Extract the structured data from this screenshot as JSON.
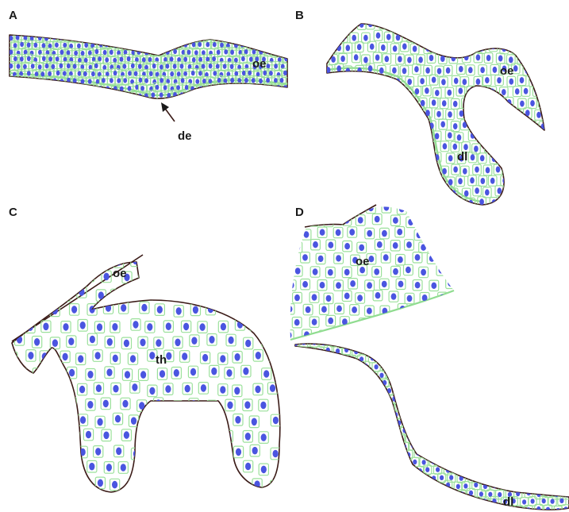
{
  "figure": {
    "panels": [
      {
        "id": "A",
        "letter": "A",
        "labels": {
          "oe": "oe",
          "de": "de"
        }
      },
      {
        "id": "B",
        "letter": "B",
        "labels": {
          "oe": "oe",
          "dl": "dl"
        }
      },
      {
        "id": "C",
        "letter": "C",
        "labels": {
          "oe": "oe",
          "th": "th"
        }
      },
      {
        "id": "D",
        "letter": "D",
        "labels": {
          "oe": "oe",
          "dl": "dl"
        }
      }
    ]
  },
  "colors": {
    "nucleus": "#4a55e0",
    "cell_membrane": "#9be09b",
    "tissue_outline": "#3a1a16",
    "tissue_fill": "#ffffff",
    "label_text": "#1a1a1a"
  }
}
